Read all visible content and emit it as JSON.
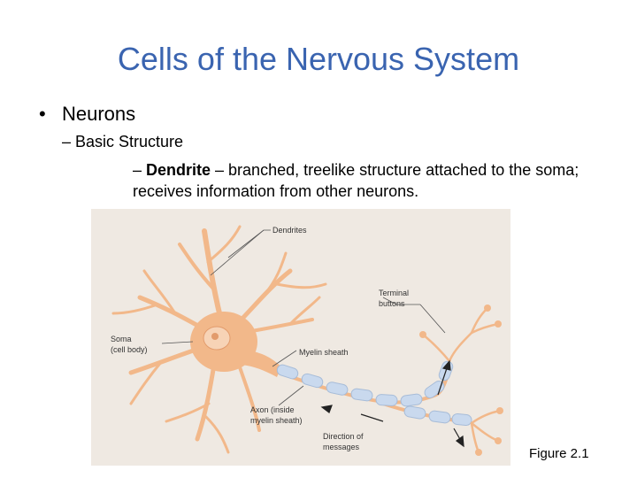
{
  "slide": {
    "title": "Cells of the Nervous System",
    "bullet1": "Neurons",
    "bullet2": "– Basic Structure",
    "bullet3_term": "Dendrite",
    "bullet3_prefix": "– ",
    "bullet3_text": " – branched, treelike structure attached to the soma; receives information from other neurons."
  },
  "figure": {
    "labels": {
      "dendrites": "Dendrites",
      "terminal_1": "Terminal",
      "terminal_2": "buttons",
      "soma_1": "Soma",
      "soma_2": "(cell body)",
      "myelin": "Myelin sheath",
      "axon_1": "Axon (inside",
      "axon_2": "myelin sheath)",
      "direction_1": "Direction of",
      "direction_2": "messages"
    },
    "caption": "Figure 2.1",
    "colors": {
      "background": "#efe9e2",
      "cell": "#f2b88a",
      "nucleus": "#f7d3b6",
      "myelin": "#c9d9ee",
      "title": "#3a64b0"
    }
  }
}
